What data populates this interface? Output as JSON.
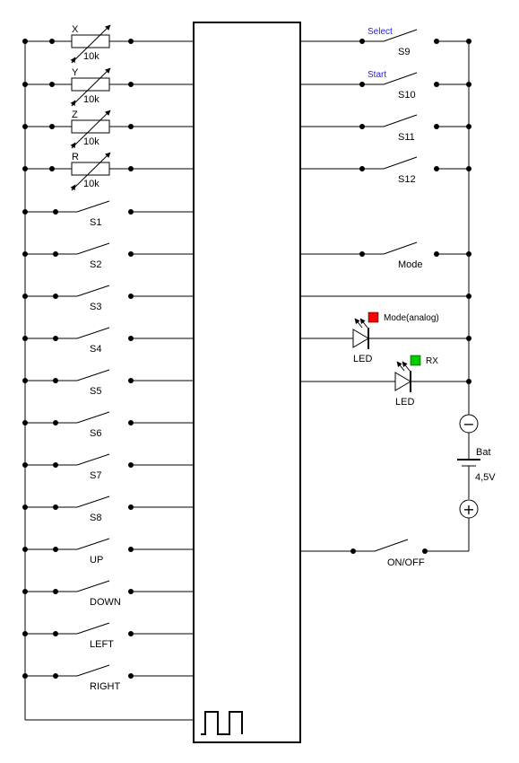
{
  "potentiometers": [
    {
      "name": "X",
      "value": "10k"
    },
    {
      "name": "Y",
      "value": "10k"
    },
    {
      "name": "Z",
      "value": "10k"
    },
    {
      "name": "R",
      "value": "10k"
    }
  ],
  "left_switches": [
    "S1",
    "S2",
    "S3",
    "S4",
    "S5",
    "S6",
    "S7",
    "S8",
    "UP",
    "DOWN",
    "LEFT",
    "RIGHT"
  ],
  "right_switches": [
    {
      "label": "S9",
      "function": "Select"
    },
    {
      "label": "S10",
      "function": "Start"
    },
    {
      "label": "S11",
      "function": ""
    },
    {
      "label": "S12",
      "function": ""
    },
    {
      "label": "Mode",
      "function": ""
    }
  ],
  "leds": [
    {
      "label": "LED",
      "indicator": "Mode(analog)",
      "color": "#ff0000"
    },
    {
      "label": "LED",
      "indicator": "RX",
      "color": "#00cc00"
    }
  ],
  "battery": {
    "label": "Bat",
    "voltage": "4,5V",
    "minus_symbol": "−",
    "plus_symbol": "+"
  },
  "power_switch": {
    "label": "ON/OFF"
  },
  "colors": {
    "wire": "#000000",
    "function_label": "#1a1aff"
  }
}
